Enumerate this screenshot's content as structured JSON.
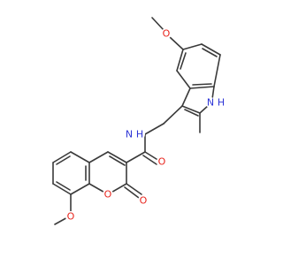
{
  "labels": {
    "ring_o": "O",
    "carbonyl_o": "O",
    "amide_o": "O",
    "methoxy_o_left": "O",
    "methoxy_o_top": "O",
    "amide_n": "N",
    "amide_h": "H",
    "indole_n": "N",
    "indole_h": "H"
  },
  "colors": {
    "oxygen": "#e8241c",
    "nitrogen": "#2e35d6",
    "carbon": "#3a3a3a"
  }
}
